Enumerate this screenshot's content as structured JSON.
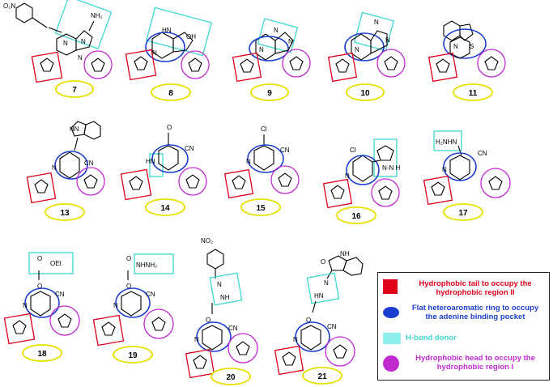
{
  "compounds": [
    {
      "label": "7",
      "atoms": {
        "nitro": "O₂N",
        "amine": "NH₂",
        "n1": "N",
        "n2": "N",
        "n3": "N"
      }
    },
    {
      "label": "8",
      "atoms": {
        "nh": "HN",
        "n": "N",
        "oh": "OH"
      }
    },
    {
      "label": "9",
      "atoms": {
        "n1": "N",
        "n2": "N",
        "n3": "N"
      }
    },
    {
      "label": "10",
      "atoms": {
        "n1": "N",
        "n2": "N",
        "n3": "N"
      }
    },
    {
      "label": "11",
      "atoms": {
        "n1": "N",
        "s": "S"
      }
    },
    {
      "label": "13",
      "atoms": {
        "hn": "HN",
        "n": "N",
        "cn": "CN"
      }
    },
    {
      "label": "14",
      "atoms": {
        "o": "O",
        "hn": "HN",
        "cn": "CN"
      }
    },
    {
      "label": "15",
      "atoms": {
        "cl": "Cl",
        "n": "N",
        "cn": "CN"
      }
    },
    {
      "label": "16",
      "atoms": {
        "cl": "Cl",
        "n": "N",
        "nh": "N-N\nH"
      }
    },
    {
      "label": "17",
      "atoms": {
        "hz": "H₂NHN",
        "n": "N",
        "cn": "CN"
      }
    },
    {
      "label": "18",
      "atoms": {
        "oet": "OEt",
        "o": "O",
        "n": "N",
        "cn": "CN"
      }
    },
    {
      "label": "19",
      "atoms": {
        "hz": "NHNH₂",
        "o": "O",
        "n": "N",
        "cn": "CN"
      }
    },
    {
      "label": "20",
      "atoms": {
        "nitro": "NO₂",
        "nn": "N",
        "nh": "NH",
        "o": "O",
        "n": "N",
        "cn": "CN"
      }
    },
    {
      "label": "21",
      "atoms": {
        "nh": "NH",
        "o": "O",
        "nn": "N",
        "hn": "HN",
        "n": "N",
        "cn": "CN"
      }
    }
  ],
  "legend": {
    "red": "Hydrophobic tail to occupy the hydrophobic region II",
    "blue": "Flat heteroaromatic ring to occupy the adenine binding pocket",
    "cyan": "H-bond donor",
    "purple": "Hydrophobic head to occupy the hydrophobic region I"
  },
  "colors": {
    "red": "#e0001a",
    "blue": "#1d3fd0",
    "cyan": "#3fd8d0",
    "purple": "#c02bd0",
    "yellow": "#e8e000"
  }
}
